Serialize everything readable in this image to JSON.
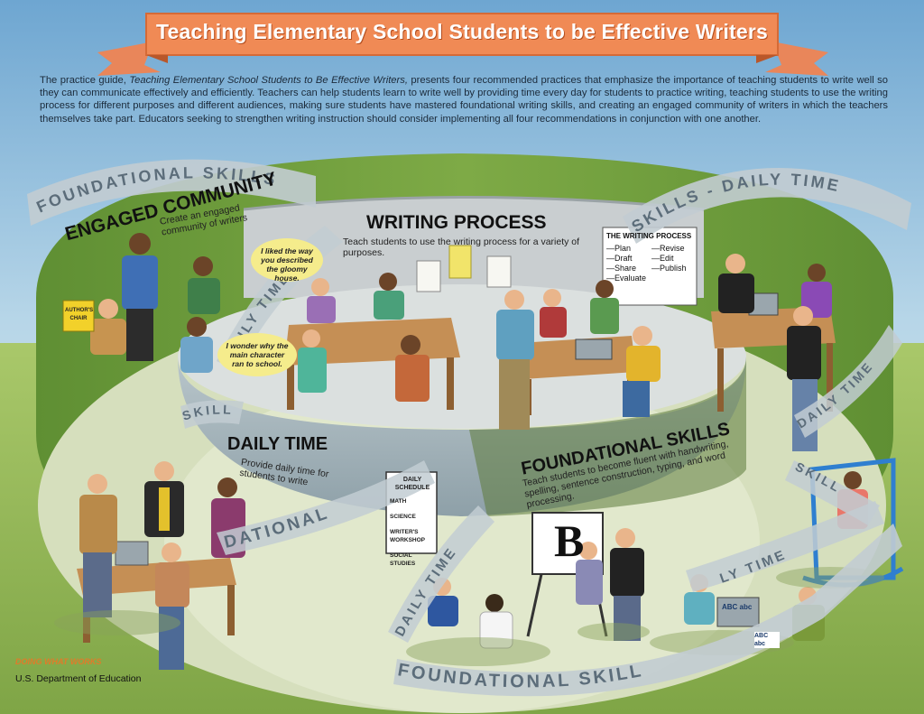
{
  "title": "Teaching Elementary School Students to be Effective Writers",
  "intro": {
    "lead": "The practice guide, ",
    "guide_title": "Teaching Elementary School Students to Be Effective Writers,",
    "text": " presents four recommended practices that emphasize the importance of teaching students to write well so they can communicate effectively and efficiently. Teachers can help students learn to write well by providing time every day for students to practice writing, teaching students to use the writing process for different purposes and different audiences, making sure students have mastered foundational writing skills, and creating an engaged community of writers in which the teachers themselves take part. Educators seeking to strengthen writing instruction should consider implementing all four recommendations in conjunction with one another."
  },
  "sections": {
    "engaged_community": {
      "heading": "ENGAGED COMMUNITY",
      "subtitle": "Create an engaged community of writers"
    },
    "writing_process": {
      "heading": "WRITING PROCESS",
      "subtitle": "Teach students to use the writing process for a variety of purposes."
    },
    "daily_time": {
      "heading": "DAILY TIME",
      "subtitle": "Provide daily time for students to write"
    },
    "foundational_skills": {
      "heading": "FOUNDATIONAL SKILLS",
      "subtitle": "Teach students to become fluent with handwriting, spelling, sentence construction, typing, and word processing."
    }
  },
  "ribbons": {
    "foundational_skills": "FOUNDATIONAL SKILLS",
    "skills_daily_time": "SKILLS - DAILY TIME",
    "daily_time": "DAILY TIME",
    "skill": "SKILL",
    "dational": "DATIONAL",
    "foundational_bottom": "FOUNDATIONAL SKILL",
    "daily_time_bottom": "DAILY TIME",
    "daily_time_right": "DAILY TIME",
    "skill_right": "SKILL",
    "daily_time_lower_right": "LY TIME"
  },
  "speech_bubbles": {
    "gloomy_house": "I liked the way you described the gloomy house.",
    "main_character": "I wonder why the main character ran to school."
  },
  "authors_chair": "AUTHOR'S CHAIR",
  "writing_process_board": {
    "title": "THE WRITING PROCESS",
    "left": [
      "—Plan",
      "—Draft",
      "—Share",
      "—Evaluate"
    ],
    "right": [
      "—Revise",
      "—Edit",
      "—Publish"
    ]
  },
  "daily_schedule": {
    "title": "DAILY SCHEDULE",
    "items": [
      "MATH",
      "SCIENCE",
      "WRITER'S WORKSHOP",
      "SOCIAL STUDIES"
    ]
  },
  "easel_letter": "B",
  "laptop_text": "ABC abc",
  "paper_text": "ABC abc",
  "footer": {
    "brand": "DOING WHAT WORKS",
    "department": "U.S. Department of Education"
  },
  "colors": {
    "sky_top": "#6ea6d1",
    "sky_bottom": "#dcecf3",
    "banner": "#f08a55",
    "wall_green": "#6f9a3c",
    "wall_green_dark": "#4f7a29",
    "floor": "#cfd9b4",
    "platform": "#c9d0d1",
    "ribbon": "#bcc6cc"
  }
}
